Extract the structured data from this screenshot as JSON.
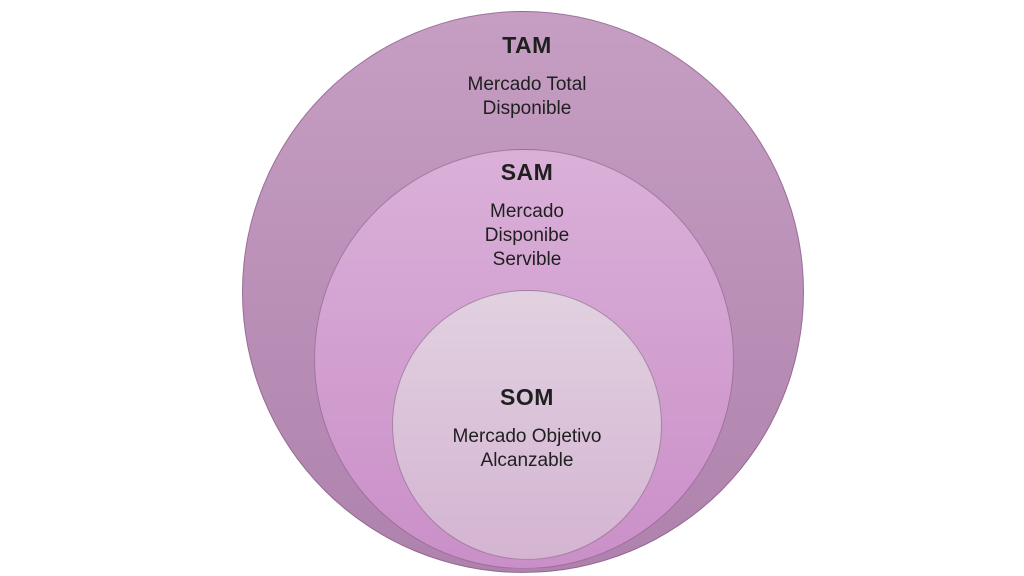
{
  "diagram": {
    "type": "nested-circles",
    "background": "#ffffff",
    "border_color": "rgba(125, 80, 122, 0.55)",
    "text_color": "#1f1f1f",
    "layers": [
      {
        "acronym": "TAM",
        "name_lines": [
          "Mercado Total",
          "Disponible"
        ],
        "fill_top": "#c69ec3",
        "fill_bottom": "#ae82ac"
      },
      {
        "acronym": "SAM",
        "name_lines": [
          "Mercado",
          "Disponibe",
          "Servible"
        ],
        "fill_top": "#dab0d8",
        "fill_bottom": "#ca8fc8"
      },
      {
        "acronym": "SOM",
        "name_lines": [
          "Mercado Objetivo",
          "Alcanzable"
        ],
        "fill_top": "#e1d1e0",
        "fill_bottom": "#d4b4d2"
      }
    ]
  }
}
